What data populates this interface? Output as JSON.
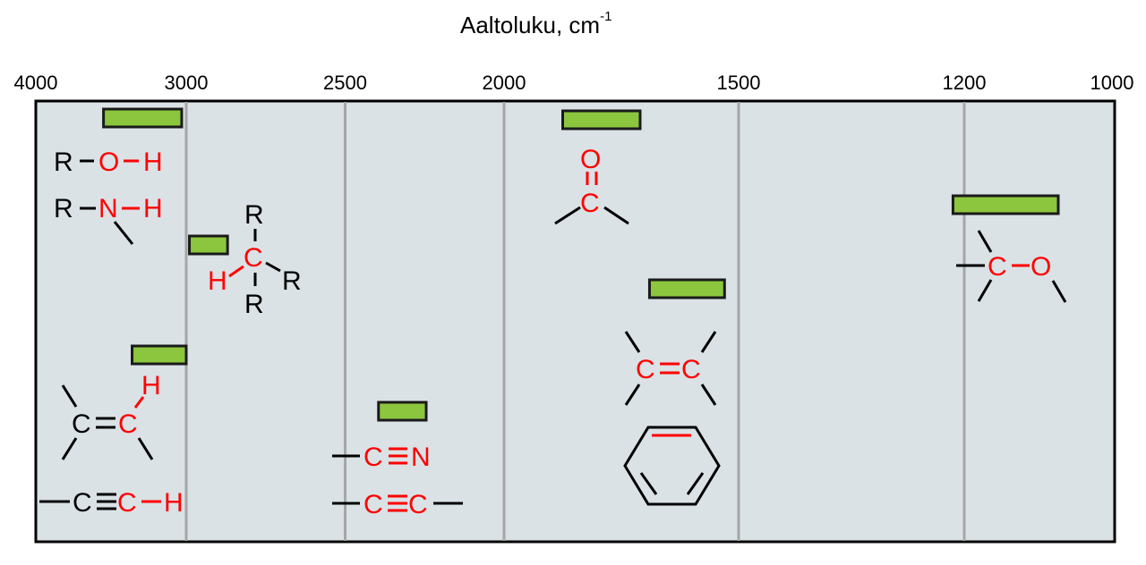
{
  "title": "Aaltoluku, cm",
  "title_sup": "-1",
  "colors": {
    "panel": "#dae2e6",
    "band": "#8cc63e",
    "highlight": "#ff0000",
    "text": "#000000",
    "grid": "#a6a6a6"
  },
  "chart_data": {
    "type": "range-chart",
    "x_axis": {
      "label": "Aaltoluku, cm-1",
      "ticks": [
        {
          "value": 4000,
          "label": "4000"
        },
        {
          "value": 3000,
          "label": "3000"
        },
        {
          "value": 2500,
          "label": "2500"
        },
        {
          "value": 2000,
          "label": "2000"
        },
        {
          "value": 1500,
          "label": "1500"
        },
        {
          "value": 1200,
          "label": "1200"
        },
        {
          "value": 1000,
          "label": "1000"
        }
      ],
      "gridlines": [
        3000,
        2500,
        2000,
        1500,
        1200
      ],
      "segments": [
        [
          4000,
          3000
        ],
        [
          3000,
          2000
        ],
        [
          2000,
          1500
        ],
        [
          1500,
          1000
        ]
      ]
    },
    "bands": [
      {
        "group": "O-H / N-H",
        "from": 3550,
        "to": 3030
      },
      {
        "group": "C-H (sp3)",
        "from": 2990,
        "to": 2870
      },
      {
        "group": "=C-H / ≡C-H",
        "from": 3360,
        "to": 3000
      },
      {
        "group": "C≡N / C≡C",
        "from": 2395,
        "to": 2245
      },
      {
        "group": "C=O",
        "from": 1875,
        "to": 1710
      },
      {
        "group": "C=C",
        "from": 1690,
        "to": 1530
      },
      {
        "group": "C-O",
        "from": 1215,
        "to": 1075
      }
    ]
  },
  "structures": {
    "oh": {
      "r": "R",
      "o": "O",
      "h": "H"
    },
    "nh": {
      "r": "R",
      "n": "N",
      "h": "H"
    },
    "ch": {
      "r_top": "R",
      "h": "H",
      "c": "C",
      "r_right": "R",
      "r_bottom": "R"
    },
    "alkene_h": {
      "h": "H",
      "c1": "C",
      "c2": "C"
    },
    "alkyne_h": {
      "c1": "C",
      "c2": "C",
      "h": "H"
    },
    "nitrile": {
      "c": "C",
      "n": "N"
    },
    "alkyne": {
      "c1": "C",
      "c2": "C"
    },
    "carbonyl": {
      "o": "O",
      "c": "C"
    },
    "alkene": {
      "c1": "C",
      "c2": "C"
    },
    "ether": {
      "c": "C",
      "o": "O"
    }
  }
}
